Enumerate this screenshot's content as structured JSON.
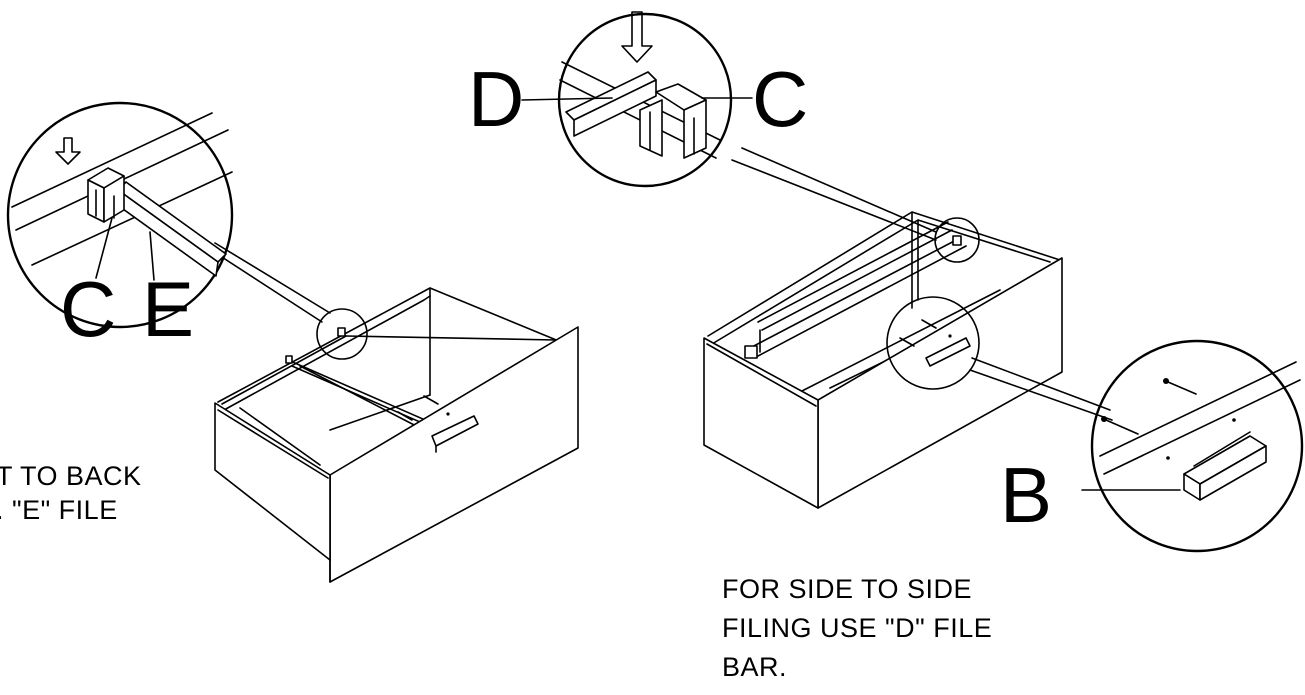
{
  "labels": {
    "left_c": "C",
    "left_e": "E",
    "right_d": "D",
    "right_c": "C",
    "right_b": "B"
  },
  "captions": {
    "left_line1": "T TO BACK",
    "left_line2": ". \"E\" FILE",
    "right_line1": "FOR SIDE TO SIDE",
    "right_line2": "FILING USE \"D\" FILE",
    "right_line3": "BAR."
  }
}
